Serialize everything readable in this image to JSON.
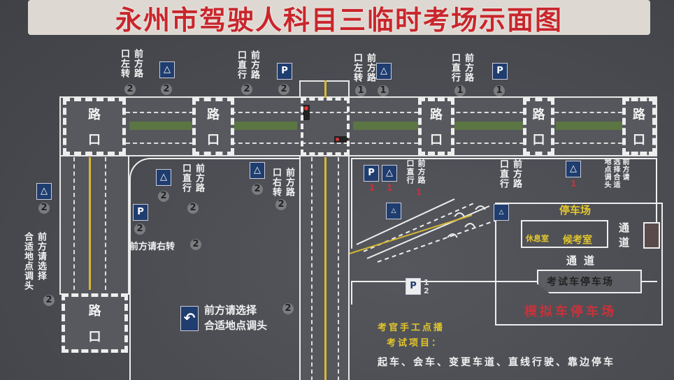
{
  "title": "永州市驾驶人科目三临时考场示面图",
  "intersection": [
    "路",
    "口"
  ],
  "labels": {
    "left_turn_2": [
      "前方路",
      "口左转"
    ],
    "straight_2a": [
      "前方路",
      "口直行"
    ],
    "left_turn_1": [
      "前方路",
      "口左转"
    ],
    "straight_1a": [
      "前方路",
      "口直行"
    ],
    "straight_2b": [
      "前方路",
      "口直行"
    ],
    "right_turn_2": [
      "前方路",
      "口右转"
    ],
    "uturn_left": [
      "前方请选择",
      "合适地点调头"
    ],
    "straight_1b": [
      "前方路",
      "口直行"
    ],
    "straight_1c": [
      "前方路",
      "口直行"
    ],
    "uturn_right": [
      "前方请",
      "选择合适",
      "地点调头"
    ],
    "keep_right": "前方请右转"
  },
  "numbers": {
    "one": "1",
    "two": "2"
  },
  "signs": {
    "warning": "△",
    "parking": "P",
    "uturn": "↶"
  },
  "legend": {
    "line1": "前方请选择",
    "line2": "合适地点调头",
    "num": "2"
  },
  "areas": {
    "parking_lot": "停车场",
    "waiting_room": "候考室",
    "rest_room": "休息室",
    "passage_v": "通道",
    "passage_h": "通道",
    "exam_car_parking": "考试车停车场",
    "sim_car_parking": "模拟车停车场"
  },
  "exam_info": {
    "line1": "考官手工点播",
    "line2": "考试项目：",
    "items": "起车、会车、变更车道、直线行驶、靠边停车"
  },
  "colors": {
    "title": "#c9262c",
    "yellow_text": "#e3c62c",
    "red_text": "#c8323a"
  }
}
